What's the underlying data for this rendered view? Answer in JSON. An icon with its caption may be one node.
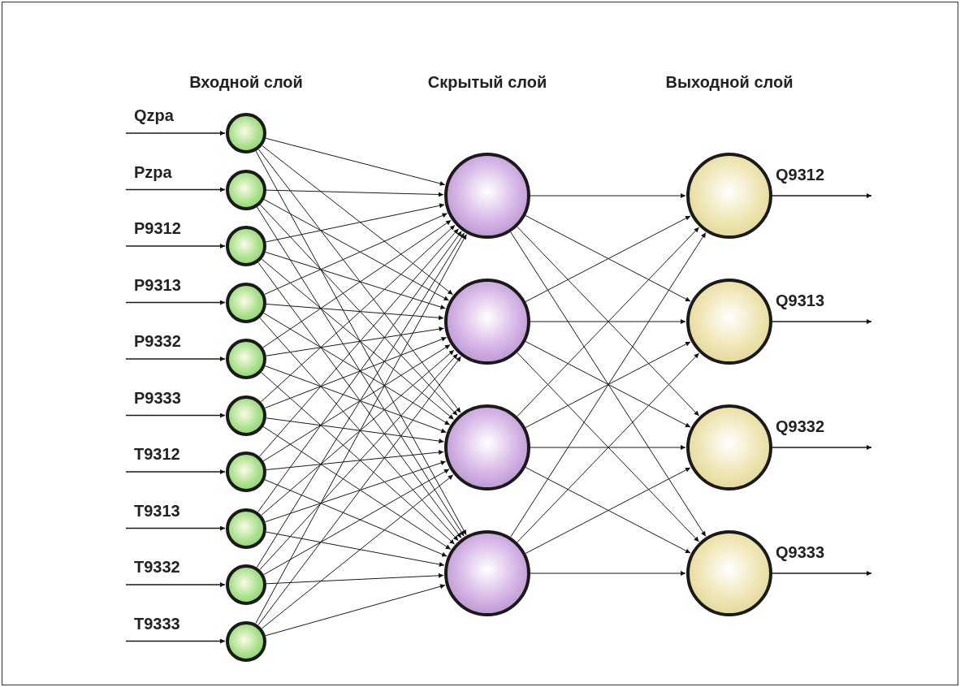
{
  "diagram": {
    "nodes": [
      {
        "text": [],
        "shape": "circle"
      },
      {
        "text": [],
        "shape": "circle"
      },
      {
        "text": [],
        "shape": "circle"
      },
      {
        "text": [],
        "shape": "circle"
      },
      {
        "text": [],
        "shape": "circle"
      },
      {
        "text": [],
        "shape": "circle"
      },
      {
        "text": [],
        "shape": "circle"
      },
      {
        "text": [],
        "shape": "circle"
      },
      {
        "text": [],
        "shape": "circle"
      },
      {
        "text": [],
        "shape": "circle"
      },
      {
        "text": [],
        "shape": "circle"
      },
      {
        "text": [],
        "shape": "circle"
      },
      {
        "text": [],
        "shape": "circle"
      },
      {
        "text": [],
        "shape": "circle"
      },
      {
        "text": [],
        "shape": "circle"
      },
      {
        "text": [],
        "shape": "circle"
      },
      {
        "text": [],
        "shape": "circle"
      },
      {
        "text": [],
        "shape": "circle"
      }
    ],
    "edges": [
      {
        "from": null,
        "to": 0,
        "arrow": "to",
        "label": "Qzpa"
      },
      {
        "from": null,
        "to": 1,
        "arrow": "to",
        "label": "Pzpa"
      },
      {
        "from": null,
        "to": 2,
        "arrow": "to",
        "label": "P9312"
      },
      {
        "from": null,
        "to": 3,
        "arrow": "to",
        "label": "P9313"
      },
      {
        "from": null,
        "to": 4,
        "arrow": "to",
        "label": "P9332"
      },
      {
        "from": null,
        "to": 5,
        "arrow": "to",
        "label": "P9333"
      },
      {
        "from": null,
        "to": 6,
        "arrow": "to",
        "label": "T9312"
      },
      {
        "from": null,
        "to": 7,
        "arrow": "to",
        "label": "T9313"
      },
      {
        "from": null,
        "to": 8,
        "arrow": "to",
        "label": "T9332"
      },
      {
        "from": null,
        "to": 9,
        "arrow": "to",
        "label": "T9333"
      },
      {
        "from": 0,
        "to": 10,
        "arrow": "to"
      },
      {
        "from": 0,
        "to": 11,
        "arrow": "to"
      },
      {
        "from": 0,
        "to": 12,
        "arrow": "to"
      },
      {
        "from": 0,
        "to": 13,
        "arrow": "to"
      },
      {
        "from": 1,
        "to": 10,
        "arrow": "to"
      },
      {
        "from": 1,
        "to": 11,
        "arrow": "to"
      },
      {
        "from": 1,
        "to": 12,
        "arrow": "to"
      },
      {
        "from": 1,
        "to": 13,
        "arrow": "to"
      },
      {
        "from": 2,
        "to": 10,
        "arrow": "to"
      },
      {
        "from": 2,
        "to": 11,
        "arrow": "to"
      },
      {
        "from": 2,
        "to": 12,
        "arrow": "to"
      },
      {
        "from": 2,
        "to": 13,
        "arrow": "to"
      },
      {
        "from": 3,
        "to": 10,
        "arrow": "to"
      },
      {
        "from": 3,
        "to": 11,
        "arrow": "to"
      },
      {
        "from": 3,
        "to": 12,
        "arrow": "to"
      },
      {
        "from": 3,
        "to": 13,
        "arrow": "to"
      },
      {
        "from": 4,
        "to": 10,
        "arrow": "to"
      },
      {
        "from": 4,
        "to": 11,
        "arrow": "to"
      },
      {
        "from": 4,
        "to": 12,
        "arrow": "to"
      },
      {
        "from": 4,
        "to": 13,
        "arrow": "to"
      },
      {
        "from": 5,
        "to": 10,
        "arrow": "to"
      },
      {
        "from": 5,
        "to": 11,
        "arrow": "to"
      },
      {
        "from": 5,
        "to": 12,
        "arrow": "to"
      },
      {
        "from": 5,
        "to": 13,
        "arrow": "to"
      },
      {
        "from": 6,
        "to": 10,
        "arrow": "to"
      },
      {
        "from": 6,
        "to": 11,
        "arrow": "to"
      },
      {
        "from": 6,
        "to": 12,
        "arrow": "to"
      },
      {
        "from": 6,
        "to": 13,
        "arrow": "to"
      },
      {
        "from": 7,
        "to": 10,
        "arrow": "to"
      },
      {
        "from": 7,
        "to": 11,
        "arrow": "to"
      },
      {
        "from": 7,
        "to": 12,
        "arrow": "to"
      },
      {
        "from": 7,
        "to": 13,
        "arrow": "to"
      },
      {
        "from": 8,
        "to": 10,
        "arrow": "to"
      },
      {
        "from": 8,
        "to": 11,
        "arrow": "to"
      },
      {
        "from": 8,
        "to": 12,
        "arrow": "to"
      },
      {
        "from": 8,
        "to": 13,
        "arrow": "to"
      },
      {
        "from": 9,
        "to": 10,
        "arrow": "to"
      },
      {
        "from": 9,
        "to": 11,
        "arrow": "to"
      },
      {
        "from": 9,
        "to": 12,
        "arrow": "to"
      },
      {
        "from": 9,
        "to": 13,
        "arrow": "to"
      },
      {
        "from": 10,
        "to": 14,
        "arrow": "to"
      },
      {
        "from": 10,
        "to": 15,
        "arrow": "to"
      },
      {
        "from": 10,
        "to": 16,
        "arrow": "to"
      },
      {
        "from": 10,
        "to": 17,
        "arrow": "to"
      },
      {
        "from": 11,
        "to": 14,
        "arrow": "to"
      },
      {
        "from": 11,
        "to": 15,
        "arrow": "to"
      },
      {
        "from": 11,
        "to": 16,
        "arrow": "to"
      },
      {
        "from": 11,
        "to": 17,
        "arrow": "to"
      },
      {
        "from": 12,
        "to": 14,
        "arrow": "to"
      },
      {
        "from": 12,
        "to": 15,
        "arrow": "to"
      },
      {
        "from": 12,
        "to": 16,
        "arrow": "to"
      },
      {
        "from": 12,
        "to": 17,
        "arrow": "to"
      },
      {
        "from": 13,
        "to": 14,
        "arrow": "to"
      },
      {
        "from": 13,
        "to": 15,
        "arrow": "to"
      },
      {
        "from": 13,
        "to": 16,
        "arrow": "to"
      },
      {
        "from": 13,
        "to": 17,
        "arrow": "to"
      },
      {
        "from": 14,
        "to": null,
        "arrow": "to",
        "label": "Q9312"
      },
      {
        "from": 15,
        "to": null,
        "arrow": "to",
        "label": "Q9313"
      },
      {
        "from": 16,
        "to": null,
        "arrow": "to",
        "label": "Q9332"
      },
      {
        "from": 17,
        "to": null,
        "arrow": "to",
        "label": "Q9333"
      }
    ],
    "labels": [
      "Входной слой",
      "Скрытый слой",
      "Выходной слой"
    ]
  }
}
